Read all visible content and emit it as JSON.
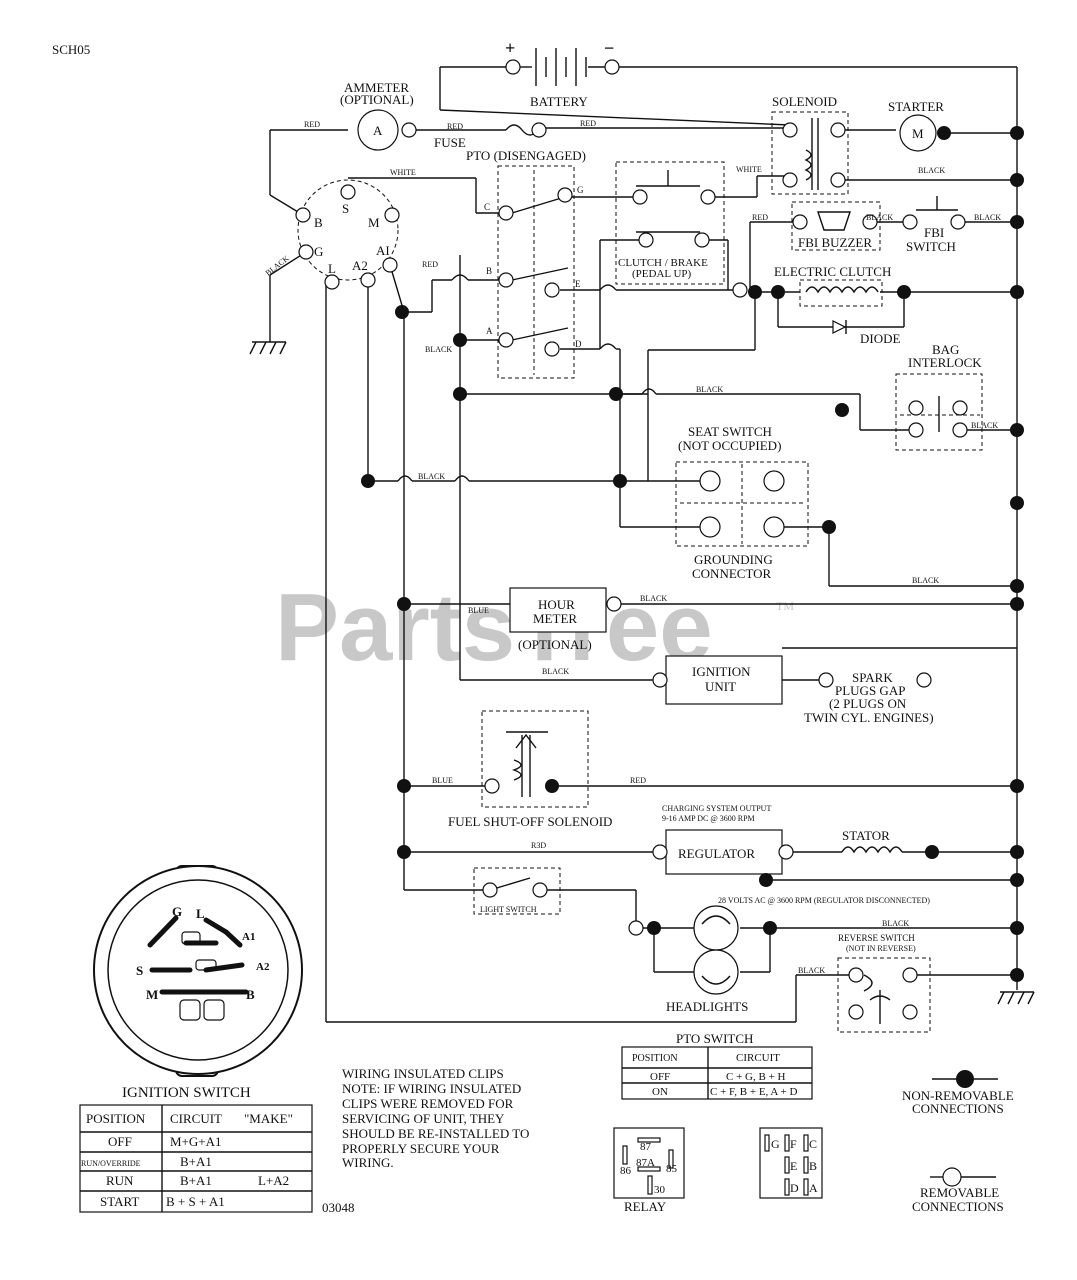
{
  "diagram_code": "SCH05",
  "drawing_number": "03048",
  "watermark": "PartsTree",
  "watermark_tm": "TM",
  "components": {
    "battery": "BATTERY",
    "battery_plus": "+",
    "battery_minus": "−",
    "ammeter_l1": "AMMETER",
    "ammeter_l2": "(OPTIONAL)",
    "ammeter_symbol": "A",
    "fuse": "FUSE",
    "solenoid": "SOLENOID",
    "starter": "STARTER",
    "starter_symbol": "M",
    "pto": "PTO (DISENGAGED)",
    "clutch_l1": "CLUTCH / BRAKE",
    "clutch_l2": "(PEDAL UP)",
    "fbi_buzzer": "FBI BUZZER",
    "fbi_switch_l1": "FBI",
    "fbi_switch_l2": "SWITCH",
    "electric_clutch": "ELECTRIC CLUTCH",
    "diode": "DIODE",
    "bag_l1": "BAG",
    "bag_l2": "INTERLOCK",
    "seat_l1": "SEAT SWITCH",
    "seat_l2": "(NOT OCCUPIED)",
    "grounding_l1": "GROUNDING",
    "grounding_l2": "CONNECTOR",
    "hour_l1": "HOUR",
    "hour_l2": "METER",
    "hour_opt": "(OPTIONAL)",
    "ignition_l1": "IGNITION",
    "ignition_l2": "UNIT",
    "spark_l1": "SPARK",
    "spark_l2": "PLUGS GAP",
    "spark_l3": "(2 PLUGS ON",
    "spark_l4": "TWIN CYL. ENGINES)",
    "fuel": "FUEL SHUT-OFF SOLENOID",
    "charging_l1": "CHARGING SYSTEM OUTPUT",
    "charging_l2": "9-16 AMP DC @ 3600 RPM",
    "regulator": "REGULATOR",
    "stator": "STATOR",
    "volts": "28 VOLTS AC @ 3600 RPM (REGULATOR DISCONNECTED)",
    "light_switch": "LIGHT SWITCH",
    "headlights": "HEADLIGHTS",
    "reverse_l1": "REVERSE SWITCH",
    "reverse_l2": "(NOT IN REVERSE)"
  },
  "terminals": {
    "ignition": [
      "B",
      "S",
      "M",
      "G",
      "L",
      "A2",
      "AI"
    ],
    "pto": [
      "G",
      "C",
      "B",
      "E",
      "A",
      "D"
    ]
  },
  "wire_colors": {
    "red": "RED",
    "white": "WHITE",
    "black": "BLACK",
    "blue": "BLUE",
    "red_regulator": "R3D"
  },
  "ignition_switch": {
    "title": "IGNITION SWITCH",
    "headers": [
      "POSITION",
      "CIRCUIT",
      "\"MAKE\""
    ],
    "rows": [
      [
        "OFF",
        "M+G+A1",
        ""
      ],
      [
        "RUN/OVERRIDE",
        "B+A1",
        ""
      ],
      [
        "RUN",
        "B+A1",
        "L+A2"
      ],
      [
        "START",
        "B + S + A1",
        ""
      ]
    ],
    "face_labels": [
      "G",
      "L",
      "A1",
      "S",
      "A2",
      "M",
      "B"
    ]
  },
  "notes": [
    "WIRING INSULATED CLIPS",
    "NOTE:  IF WIRING INSULATED",
    "CLIPS WERE REMOVED FOR",
    "SERVICING OF UNIT, THEY",
    "SHOULD BE RE-INSTALLED TO",
    "PROPERLY SECURE YOUR",
    "WIRING."
  ],
  "pto_switch": {
    "title": "PTO SWITCH",
    "headers": [
      "POSITION",
      "CIRCUIT"
    ],
    "rows": [
      [
        "OFF",
        "C + G, B + H"
      ],
      [
        "ON",
        "C + F, B + E, A + D"
      ]
    ],
    "face_labels": [
      "G",
      "F",
      "C",
      "E",
      "B",
      "D",
      "A"
    ]
  },
  "relay": {
    "title": "RELAY",
    "pins": [
      "87",
      "87A",
      "86",
      "85",
      "30"
    ]
  },
  "legend": {
    "non_removable_l1": "NON-REMOVABLE",
    "non_removable_l2": "CONNECTIONS",
    "removable_l1": "REMOVABLE",
    "removable_l2": "CONNECTIONS"
  }
}
